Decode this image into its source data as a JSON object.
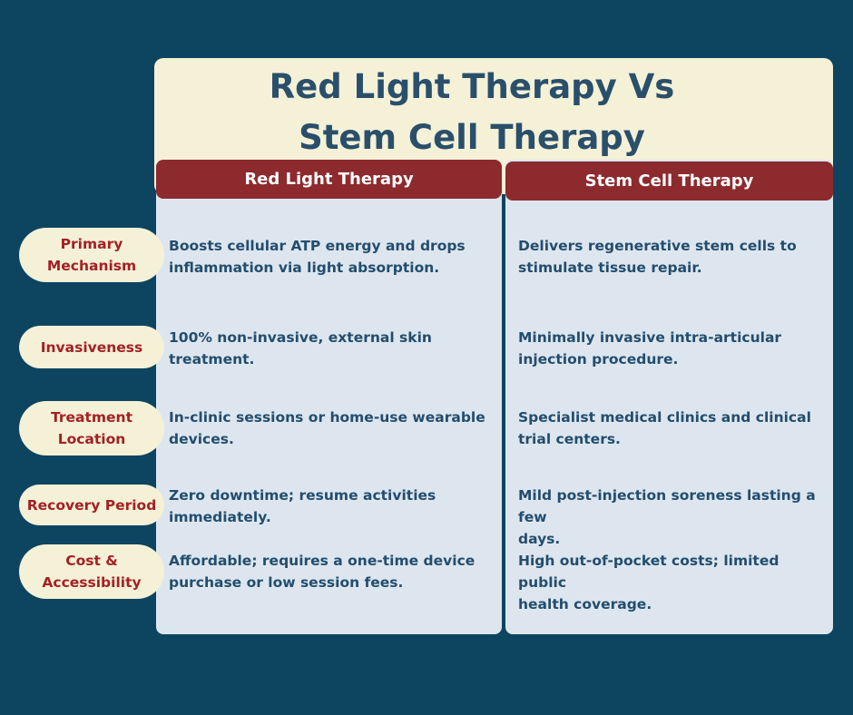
{
  "title": {
    "line1": "Red Light Therapy Vs",
    "line2": "Stem Cell Therapy"
  },
  "columns": {
    "left": {
      "header": "Red Light Therapy"
    },
    "right": {
      "header": "Stem Cell Therapy"
    }
  },
  "rows": [
    {
      "label_line1": "Primary",
      "label_line2": "Mechanism",
      "left_line1": "Boosts cellular ATP energy and drops",
      "left_line2": "inflammation via light absorption.",
      "right_line1": "Delivers regenerative stem cells to",
      "right_line2": "stimulate tissue repair."
    },
    {
      "label_line1": "Invasiveness",
      "left_line1": "100% non-invasive, external skin",
      "left_line2": "treatment.",
      "right_line1": "Minimally invasive intra-articular",
      "right_line2": "injection procedure."
    },
    {
      "label_line1": "Treatment",
      "label_line2": "Location",
      "left_line1": "In-clinic sessions or home-use wearable",
      "left_line2": "devices.",
      "right_line1": "Specialist medical clinics and clinical",
      "right_line2": "trial centers."
    },
    {
      "label_line1": "Recovery Period",
      "left_line1": "Zero downtime; resume activities",
      "left_line2": "immediately.",
      "right_line1": "Mild post-injection soreness lasting a few",
      "right_line2": "days."
    },
    {
      "label_line1": "Cost &",
      "label_line2": "Accessibility",
      "left_line1": "Affordable; requires a one-time device",
      "left_line2": "purchase or low session fees.",
      "right_line1": "High out-of-pocket costs; limited public",
      "right_line2": "health coverage."
    }
  ]
}
